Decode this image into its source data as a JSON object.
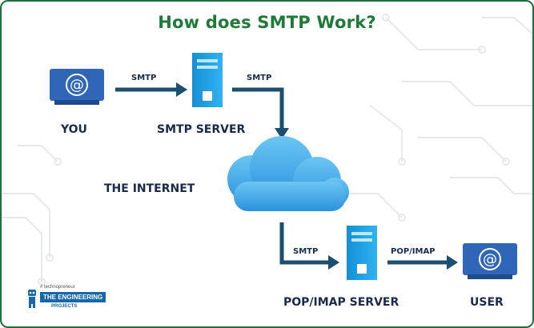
{
  "title": "How does SMTP Work?",
  "nodes": {
    "you": "YOU",
    "smtp_server": "SMTP SERVER",
    "internet": "THE INTERNET",
    "pop_imap_server": "POP/IMAP SERVER",
    "user": "USER"
  },
  "edges": {
    "you_to_smtp": "SMTP",
    "smtp_to_internet": "SMTP",
    "internet_to_pop": "SMTP",
    "pop_to_user": "POP/IMAP"
  },
  "icons": {
    "computer": "at-sign-monitor-icon",
    "server": "server-tower-icon",
    "cloud": "cloud-icon",
    "at_glyph": "@"
  },
  "logo": {
    "tagline": "# technopreneur",
    "name": "THE ENGINEERING",
    "sub": "PROJECTS"
  },
  "colors": {
    "title": "#1f7a37",
    "border": "#1f6f3c",
    "arrow": "#1c4f6e",
    "monitor": "#2f66b8",
    "server": "#1e9be0",
    "cloud": "#3aa9e8",
    "label": "#1a2a4a"
  }
}
